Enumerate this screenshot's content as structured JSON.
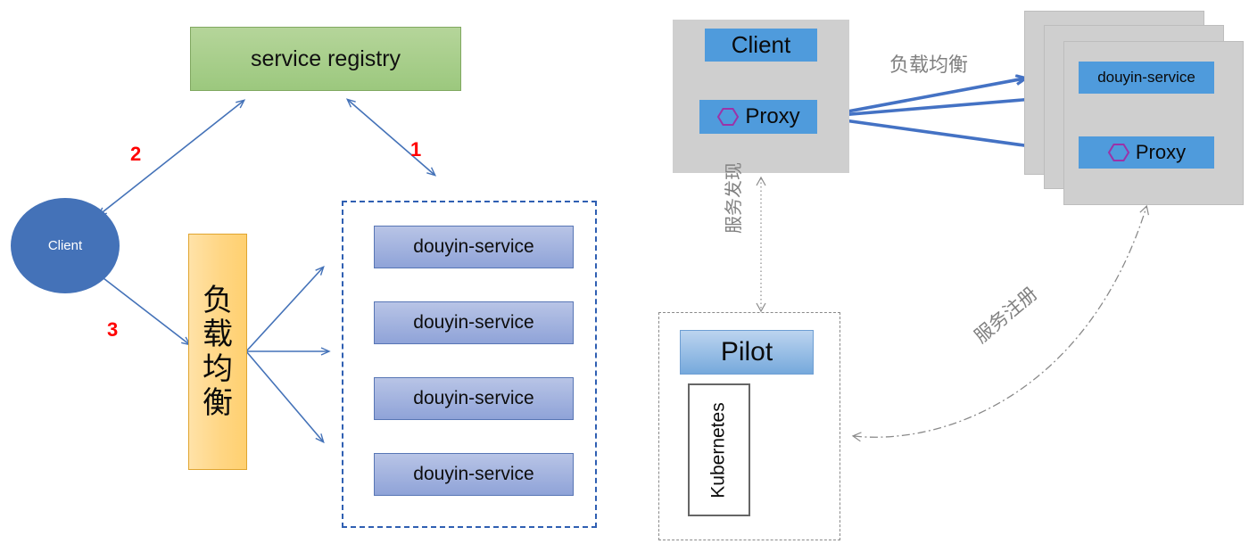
{
  "diagram": {
    "title": "Service registry / load balancing vs Istio sidecar service mesh",
    "colors": {
      "registry_green": "#9cc87e",
      "client_blue": "#4472b8",
      "load_balancer_yellow": "#ffd684",
      "service_box_blue": "#8fa3d8",
      "dashed_border_blue": "#2f5fb2",
      "pod_gray": "#cfcfcf",
      "sidecar_blue": "#4f9bdc",
      "hexagon_purple": "#9b33a8",
      "arrow_blue": "#4472b8",
      "thick_arrow_blue": "#4472c4",
      "number_red": "#ff0000",
      "cn_label_gray": "#808080",
      "dashdot_gray": "#8a8a8a"
    },
    "left_panel": {
      "registry": {
        "label": "service registry"
      },
      "client": {
        "label": "Client"
      },
      "load_balancer": {
        "label": "负载均衡",
        "chars": [
          "负",
          "载",
          "均",
          "衡"
        ]
      },
      "service_pool": {
        "services": [
          {
            "label": "douyin-service"
          },
          {
            "label": "douyin-service"
          },
          {
            "label": "douyin-service"
          },
          {
            "label": "douyin-service"
          }
        ]
      },
      "step_numbers": [
        {
          "label": "1",
          "meaning": "service registers / registry exchange with service pool"
        },
        {
          "label": "2",
          "meaning": "client queries registry"
        },
        {
          "label": "3",
          "meaning": "client calls load balancer"
        }
      ]
    },
    "right_panel": {
      "client_pod": {
        "app": {
          "label": "Client"
        },
        "sidecar": {
          "label": "Proxy",
          "icon": "hexagon-icon"
        }
      },
      "service_pods": {
        "count": 3,
        "app": {
          "label": "douyin-service"
        },
        "sidecar": {
          "label": "Proxy",
          "icon": "hexagon-icon"
        }
      },
      "control_plane": {
        "pilot": {
          "label": "Pilot"
        },
        "platform": {
          "label": "Kubernetes"
        }
      },
      "edge_labels": [
        {
          "label": "负载均衡",
          "meaning": "load balancing"
        },
        {
          "label": "服务发现",
          "meaning": "service discovery"
        },
        {
          "label": "服务注册",
          "meaning": "service registration"
        }
      ]
    }
  }
}
